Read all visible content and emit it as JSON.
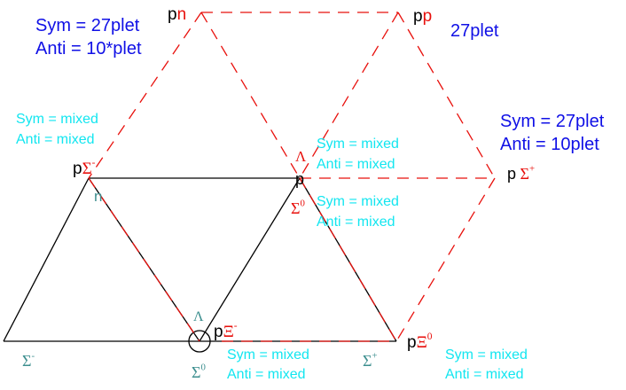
{
  "colors": {
    "blue": "#1010e6",
    "cyan": "#12e6f0",
    "red": "#e8100c",
    "black": "#000000",
    "teal": "#3d8f8f"
  },
  "annotations": {
    "top_left_sym": "Sym = 27plet",
    "top_left_anti": "Anti  = 10*plet",
    "top_right": "27plet",
    "right_sym": "Sym = 27plet",
    "right_anti": "Anti  = 10plet",
    "left_sym": "Sym = mixed",
    "left_anti": "Anti  = mixed",
    "center_upper_sym": "Sym = mixed",
    "center_upper_anti": "Anti  = mixed",
    "center_lower_sym": "Sym = mixed",
    "center_lower_anti": "Anti  = mixed",
    "bottom_center_sym": "Sym =  mixed",
    "bottom_center_anti": "Anti  =  mixed",
    "bottom_right_sym": "Sym =  mixed",
    "bottom_right_anti": "Anti  =  mixed"
  },
  "vertex_labels": {
    "pn": {
      "prefix": "p",
      "suffix": "n"
    },
    "pp": {
      "prefix": "p",
      "suffix": "p"
    },
    "p_sigma_minus": {
      "prefix": "p",
      "symbol": "Σ",
      "sup": "-"
    },
    "p_sigma_plus": {
      "prefix": "p",
      "symbol": "Σ",
      "sup": "+"
    },
    "p_xi_minus": {
      "prefix": "p",
      "symbol": "Ξ",
      "sup": "-"
    },
    "p_xi_zero": {
      "prefix": "p",
      "symbol": "Ξ",
      "sup": "0"
    },
    "center_p": "p",
    "center_lambda": "Λ",
    "center_sigma0": {
      "symbol": "Σ",
      "sup": "0"
    }
  },
  "octet_labels": {
    "n": "n",
    "lambda": "Λ",
    "sigma_minus": {
      "symbol": "Σ",
      "sup": "-"
    },
    "sigma_zero": {
      "symbol": "Σ",
      "sup": "0"
    },
    "sigma_plus": {
      "symbol": "Σ",
      "sup": "+"
    }
  }
}
